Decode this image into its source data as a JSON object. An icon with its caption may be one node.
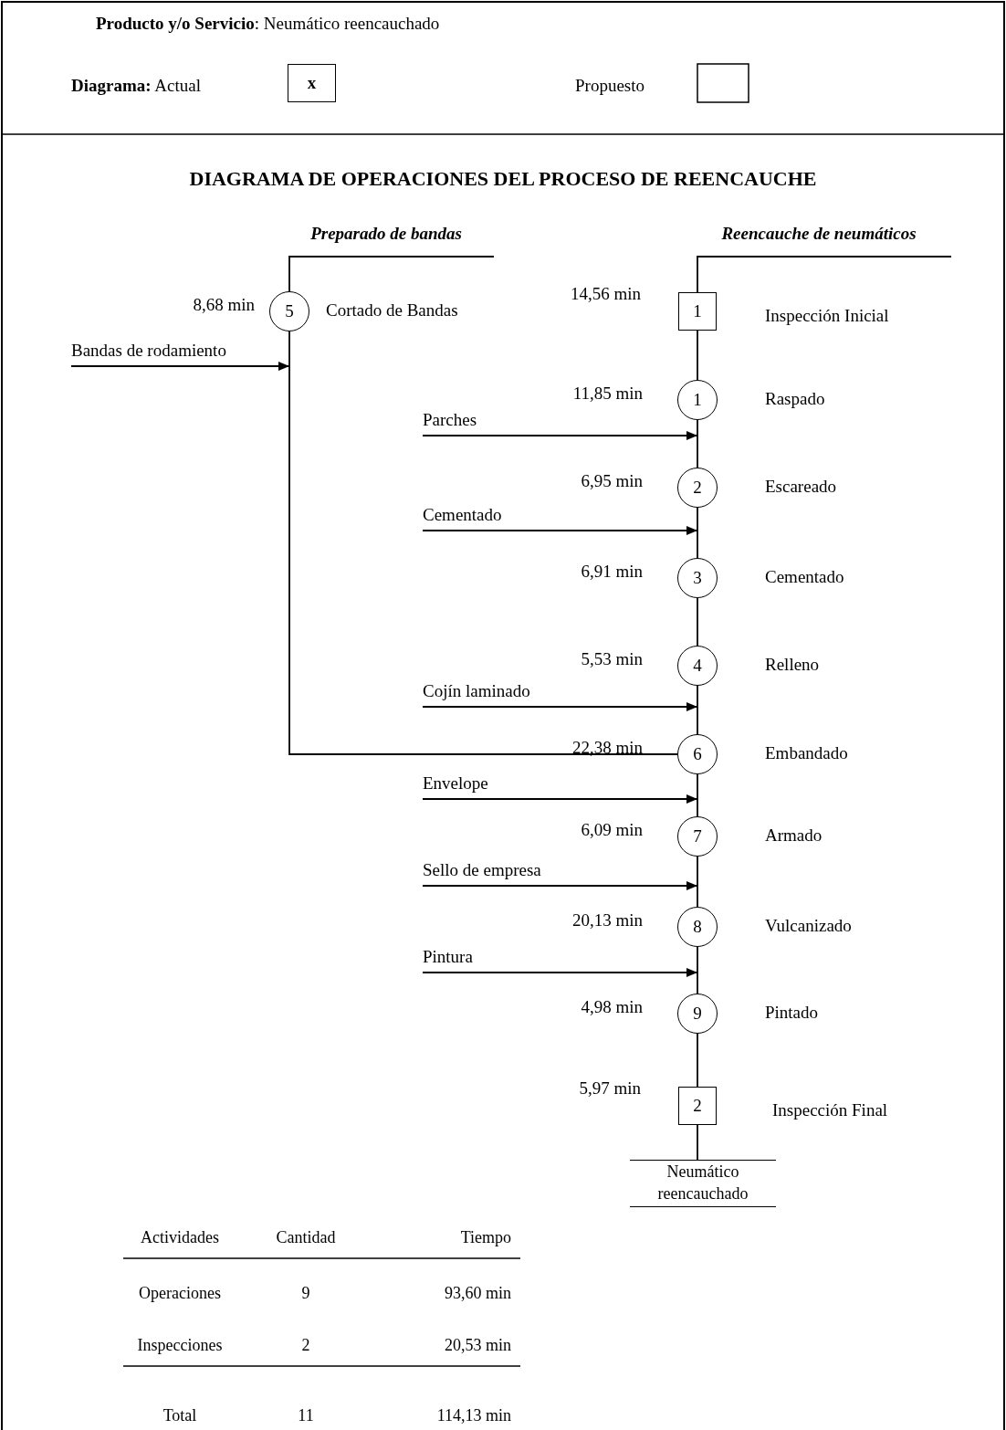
{
  "diagram": {
    "title": "DIAGRAMA DE OPERACIONES DEL PROCESO DE REENCAUCHE",
    "nodes": [
      {
        "text": [
          "Preparado de bandas"
        ]
      },
      {
        "text": [
          "5"
        ],
        "beside": [
          "8,68 min",
          "Cortado de Bandas"
        ]
      },
      {
        "text": [
          "Bandas de rodamiento"
        ]
      },
      {
        "text": [
          "Reencauche de neumáticos"
        ]
      },
      {
        "text": [
          "1"
        ],
        "beside": [
          "14,56 min",
          "Inspección Inicial"
        ]
      },
      {
        "text": [
          "1"
        ],
        "beside": [
          "11,85 min",
          "Raspado"
        ]
      },
      {
        "text": [
          "Parches"
        ]
      },
      {
        "text": [
          "2"
        ],
        "beside": [
          "6,95 min",
          "Escareado"
        ]
      },
      {
        "text": [
          "Cementado"
        ]
      },
      {
        "text": [
          "3"
        ],
        "beside": [
          "6,91 min",
          "Cementado"
        ]
      },
      {
        "text": [
          "4"
        ],
        "beside": [
          "5,53 min",
          "Relleno"
        ]
      },
      {
        "text": [
          "Cojín laminado"
        ]
      },
      {
        "text": [
          "6"
        ],
        "beside": [
          "22,38 min",
          "Embandado"
        ]
      },
      {
        "text": [
          "Envelope"
        ]
      },
      {
        "text": [
          "7"
        ],
        "beside": [
          "6,09 min",
          "Armado"
        ]
      },
      {
        "text": [
          "Sello de empresa"
        ]
      },
      {
        "text": [
          "8"
        ],
        "beside": [
          "20,13 min",
          "Vulcanizado"
        ]
      },
      {
        "text": [
          "Pintura"
        ]
      },
      {
        "text": [
          "9"
        ],
        "beside": [
          "4,98 min",
          "Pintado"
        ]
      },
      {
        "text": [
          "2"
        ],
        "beside": [
          "5,97 min",
          "Inspección Final"
        ]
      },
      {
        "text": [
          "Neumático reencauchado"
        ]
      }
    ],
    "edges": [
      {
        "from": 0,
        "to": 1,
        "arrow": "none"
      },
      {
        "from": 2,
        "to": 1,
        "arrow": "to"
      },
      {
        "from": 1,
        "to": 12,
        "arrow": "none"
      },
      {
        "from": 3,
        "to": 4,
        "arrow": "none"
      },
      {
        "from": 4,
        "to": 5,
        "arrow": "none"
      },
      {
        "from": 5,
        "to": 7,
        "arrow": "none"
      },
      {
        "from": 6,
        "to": 5,
        "arrow": "to"
      },
      {
        "from": 7,
        "to": 9,
        "arrow": "none"
      },
      {
        "from": 8,
        "to": 7,
        "arrow": "to"
      },
      {
        "from": 9,
        "to": 10,
        "arrow": "none"
      },
      {
        "from": 10,
        "to": 12,
        "arrow": "none"
      },
      {
        "from": 11,
        "to": 10,
        "arrow": "to"
      },
      {
        "from": 12,
        "to": 14,
        "arrow": "none"
      },
      {
        "from": 13,
        "to": 14,
        "arrow": "to"
      },
      {
        "from": 14,
        "to": 16,
        "arrow": "none"
      },
      {
        "from": 15,
        "to": 16,
        "arrow": "to"
      },
      {
        "from": 16,
        "to": 18,
        "arrow": "none"
      },
      {
        "from": 17,
        "to": 18,
        "arrow": "to"
      },
      {
        "from": 18,
        "to": 19,
        "arrow": "none"
      },
      {
        "from": 19,
        "to": 20,
        "arrow": "none"
      }
    ],
    "labels": [
      "**Producto y/o Servicio**: Neumático reencauchado",
      "**Diagrama:** Actual",
      "x",
      "Propuesto",
      "Actividades",
      "Cantidad",
      "Tiempo",
      "Operaciones",
      "9",
      "93,60 min",
      "Inspecciones",
      "2",
      "20,53 min",
      "Total",
      "11",
      "114,13 min"
    ]
  }
}
